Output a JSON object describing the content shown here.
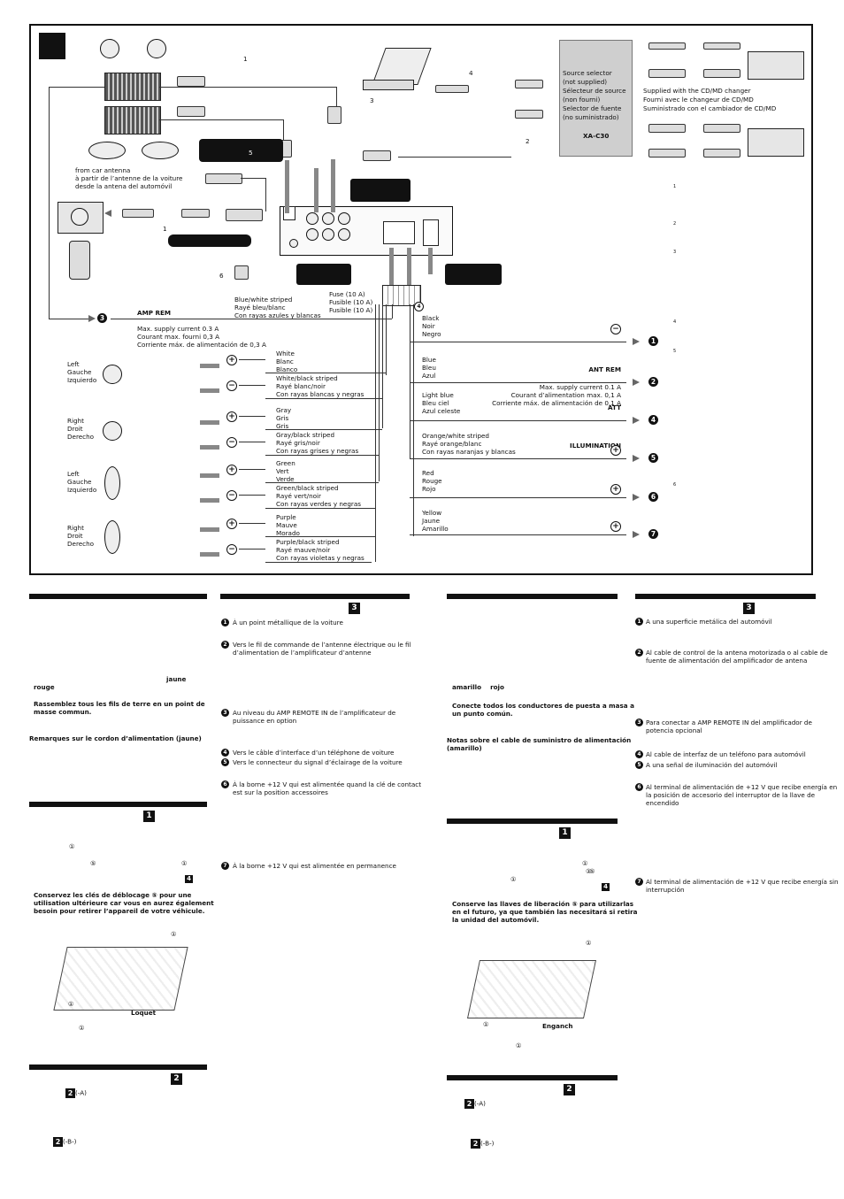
{
  "diagram": {
    "source_selector": [
      "Source selector",
      "(not supplied)",
      "Sélecteur de source",
      "(non fourni)",
      "Selector de fuente",
      "(no suministrado)"
    ],
    "selector_model": "XA-C30",
    "cdmd_supplied": [
      "Supplied with the CD/MD changer",
      "Fourni avec le changeur de CD/MD",
      "Suministrado con el cambiador de CD/MD"
    ],
    "antenna": [
      "from car antenna",
      "à partir de l’antenne de la voiture",
      "desde la antena del automóvil"
    ],
    "fuse": [
      "Fuse (10 A)",
      "Fusible (10 A)",
      "Fusible (10 A)"
    ],
    "blue_white": [
      "Blue/white striped",
      "Rayé bleu/blanc",
      "Con rayas azules y blancas"
    ],
    "amp_rem": "AMP REM",
    "amp_rem_current": [
      "Max. supply current 0.3 A",
      "Courant max. fourni 0,3 A",
      "Corriente máx. de alimentación de 0,3 A"
    ],
    "callouts": {
      "c1a": "1",
      "c1b": "1",
      "c2": "2",
      "c3": "3",
      "c4": "4",
      "c5": "5",
      "c6": "6"
    },
    "speakers": [
      {
        "side": [
          "Left",
          "Gauche",
          "Izquierdo"
        ],
        "plus": [
          "White",
          "Blanc",
          "Blanco"
        ],
        "minus": [
          "White/black striped",
          "Rayé blanc/noir",
          "Con rayas blancas y negras"
        ]
      },
      {
        "side": [
          "Right",
          "Droit",
          "Derecho"
        ],
        "plus": [
          "Gray",
          "Gris",
          "Gris"
        ],
        "minus": [
          "Gray/black striped",
          "Rayé gris/noir",
          "Con rayas grises y negras"
        ]
      },
      {
        "side": [
          "Left",
          "Gauche",
          "Izquierdo"
        ],
        "plus": [
          "Green",
          "Vert",
          "Verde"
        ],
        "minus": [
          "Green/black striped",
          "Rayé vert/noir",
          "Con rayas verdes y negras"
        ]
      },
      {
        "side": [
          "Right",
          "Droit",
          "Derecho"
        ],
        "plus": [
          "Purple",
          "Mauve",
          "Morado"
        ],
        "minus": [
          "Purple/black striped",
          "Rayé mauve/noir",
          "Con rayas violetas y negras"
        ]
      }
    ],
    "right_wires": [
      {
        "lines": [
          "Black",
          "Noir",
          "Negro"
        ],
        "num": "1"
      },
      {
        "lines": [
          "Blue",
          "Bleu",
          "Azul"
        ],
        "label": "ANT REM",
        "extra": [
          "Max. supply current 0.1 A",
          "Courant d’alimentation max. 0,1 A",
          "Corriente máx. de alimentación de 0,1 A"
        ],
        "num": "2"
      },
      {
        "lines": [
          "Light blue",
          "Bleu ciel",
          "Azul celeste"
        ],
        "label": "ATT",
        "num": "4"
      },
      {
        "lines": [
          "Orange/white striped",
          "Rayé orange/blanc",
          "Con rayas naranjas y blancas"
        ],
        "label": "ILLUMINATION",
        "num": "5"
      },
      {
        "lines": [
          "Red",
          "Rouge",
          "Rojo"
        ],
        "num": "6"
      },
      {
        "lines": [
          "Yellow",
          "Jaune",
          "Amarillo"
        ],
        "num": "7"
      }
    ],
    "connector_num": "4",
    "amp_num": "3",
    "small_nums": [
      "1",
      "2",
      "3",
      "4",
      "5",
      "6"
    ]
  },
  "fr_left": {
    "jaune": "jaune",
    "rouge": "rouge",
    "ground": [
      "Rassemblez tous les fils de terre en un point de",
      "masse commun."
    ],
    "notes_title": "Remarques sur le cordon d’alimentation (jaune)",
    "keys": [
      "Conservez les clés de déblocage ⑤ pour une",
      "utilisation ultérieure car vous en aurez également",
      "besoin pour retirer l’appareil de votre véhicule."
    ],
    "loquet": "Loquet",
    "ref_a": "(-A)",
    "ref_b": "(-B-)",
    "sect1_num": "1",
    "sect2_num": "2",
    "c1": "①",
    "c5": "⑤",
    "n4": "4"
  },
  "fr_right": {
    "sect_num": "3",
    "items": [
      {
        "n": "1",
        "text": [
          "À un point métallique de la voiture"
        ]
      },
      {
        "n": "2",
        "text": [
          "Vers le fil de commande de l’antenne électrique ou le fil",
          "d’alimentation de l’amplificateur d’antenne"
        ]
      },
      {
        "n": "3",
        "text": [
          "Au niveau du AMP REMOTE IN de l’amplificateur de",
          "puissance en option"
        ]
      },
      {
        "n": "4",
        "text": [
          "Vers le câble d’interface d’un téléphone de voiture"
        ]
      },
      {
        "n": "5",
        "text": [
          "Vers le connecteur du signal d’éclairage de la voiture"
        ]
      },
      {
        "n": "6",
        "text": [
          "À la borne +12 V qui est alimentée quand la clé de contact",
          "est sur la position accessoires"
        ]
      },
      {
        "n": "7",
        "text": [
          "À la borne +12 V qui est alimentée en permanence"
        ]
      }
    ]
  },
  "es_left": {
    "amarillo_rojo": "amarillo    rojo",
    "ground": [
      "Conecte todos los conductores de puesta a masa a",
      "un punto común."
    ],
    "notes_title": [
      "Notas sobre el cable de suministro de alimentación",
      "(amarillo)"
    ],
    "keys": [
      "Conserve las llaves de liberación ⑤ para utilizarlas",
      "en el futuro, ya que también las necesitará si retira",
      "la unidad del automóvil."
    ],
    "enganch": "Enganch",
    "ref_a": "(-A)",
    "ref_b": "(-B-)",
    "sect1_num": "1",
    "sect2_num": "2",
    "c1": "①",
    "c5": "⑤",
    "n4": "4"
  },
  "es_right": {
    "sect_num": "3",
    "items": [
      {
        "n": "1",
        "text": [
          "A una superficie metálica del automóvil"
        ]
      },
      {
        "n": "2",
        "text": [
          "Al cable de control de la antena motorizada o al cable de",
          "fuente de alimentación del amplificador de antena"
        ]
      },
      {
        "n": "3",
        "text": [
          "Para conectar a AMP REMOTE IN del amplificador de",
          "potencia opcional"
        ]
      },
      {
        "n": "4",
        "text": [
          "Al cable de interfaz de un teléfono para automóvil"
        ]
      },
      {
        "n": "5",
        "text": [
          "A una señal de iluminación del automóvil"
        ]
      },
      {
        "n": "6",
        "text": [
          "Al terminal de alimentación de +12 V que recibe energía en",
          "la posición de accesorio del interruptor de la llave de",
          "encendido"
        ]
      },
      {
        "n": "7",
        "text": [
          "Al terminal de alimentación de +12 V que recibe energía sin",
          "interrupción"
        ]
      }
    ]
  }
}
